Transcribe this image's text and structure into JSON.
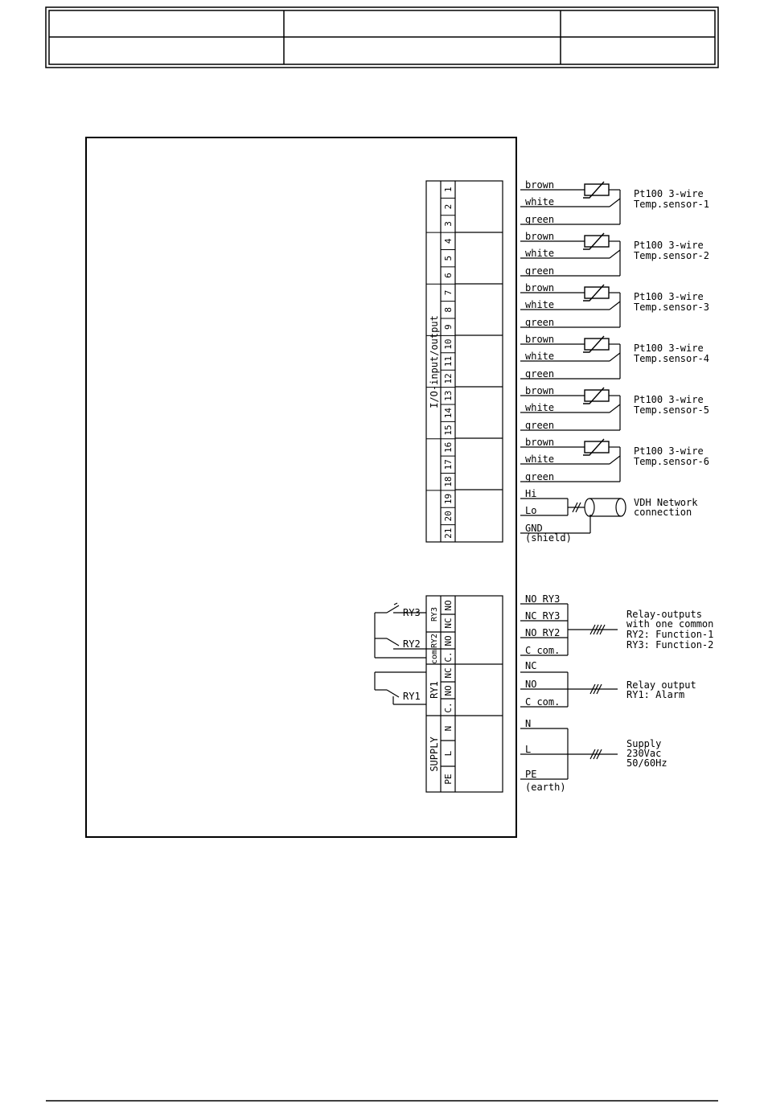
{
  "title_block": {
    "rows": [
      [
        "",
        "",
        ""
      ],
      [
        "",
        "",
        ""
      ]
    ]
  },
  "io_label": "I/O-input/output",
  "sensor": {
    "wires": [
      "brown",
      "white",
      "green"
    ],
    "names": [
      {
        "l1": "Pt100 3-wire",
        "l2": "Temp.sensor-1"
      },
      {
        "l1": "Pt100 3-wire",
        "l2": "Temp.sensor-2"
      },
      {
        "l1": "Pt100 3-wire",
        "l2": "Temp.sensor-3"
      },
      {
        "l1": "Pt100 3-wire",
        "l2": "Temp.sensor-4"
      },
      {
        "l1": "Pt100 3-wire",
        "l2": "Temp.sensor-5"
      },
      {
        "l1": "Pt100 3-wire",
        "l2": "Temp.sensor-6"
      }
    ]
  },
  "terminals": [
    "1",
    "2",
    "3",
    "4",
    "5",
    "6",
    "7",
    "8",
    "9",
    "10",
    "11",
    "12",
    "13",
    "14",
    "15",
    "16",
    "17",
    "18",
    "19",
    "20",
    "21"
  ],
  "network": {
    "wire_hi": "Hi",
    "wire_lo": "Lo",
    "wire_gnd": "GND",
    "wire_shield": "(shield)",
    "desc_l1": "VDH Network",
    "desc_l2": "connection"
  },
  "relay_block": {
    "terminals": [
      "NO",
      "NC",
      "NO",
      "C.",
      "NC",
      "NO",
      "C.",
      "N",
      "L",
      "PE"
    ],
    "groups": [
      "RY3",
      "RY2",
      "com",
      "RY1",
      "SUPPLY"
    ],
    "contact_labels": [
      "RY3",
      "RY2",
      "RY1"
    ]
  },
  "relay_wires": [
    "NO RY3",
    "NC RY3",
    "NO RY2",
    "C com.",
    "NC",
    "NO",
    "C com.",
    "N",
    "L",
    "PE",
    "(earth)"
  ],
  "relay_desc": {
    "multi": [
      "Relay-outputs",
      "with one common",
      "RY2: Function-1",
      "RY3: Function-2"
    ],
    "alarm": [
      "Relay output",
      "RY1: Alarm"
    ],
    "supply": [
      "Supply",
      "230Vac",
      "50/60Hz"
    ]
  }
}
